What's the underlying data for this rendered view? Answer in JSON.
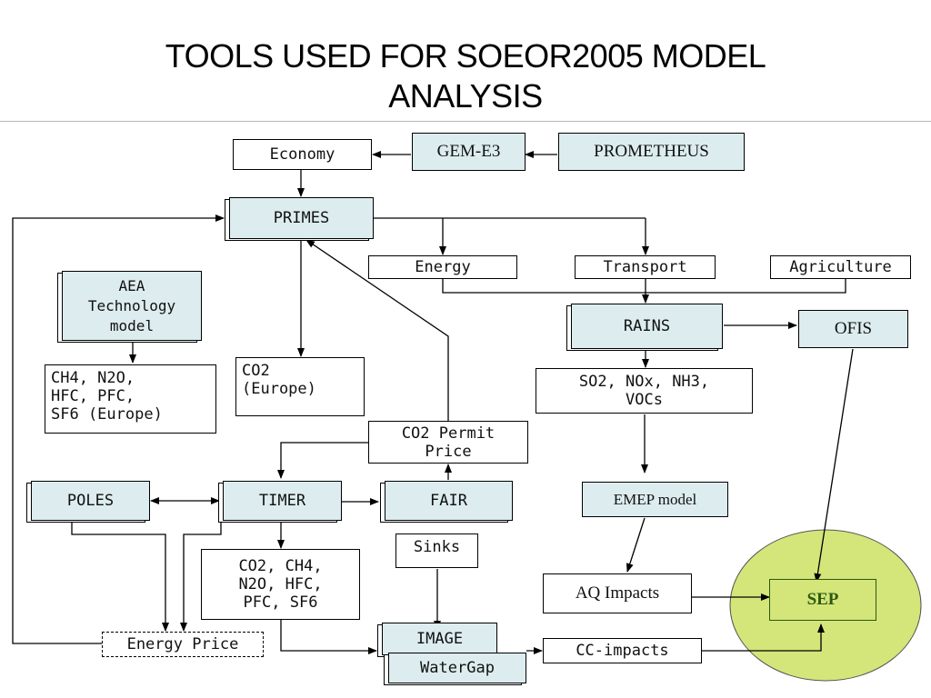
{
  "title_line1": "TOOLS USED FOR SOEOR2005 MODEL",
  "title_line2": "ANALYSIS",
  "nodes": {
    "economy": "Economy",
    "gem_e3": "GEM-E3",
    "prometheus": "PROMETHEUS",
    "primes": "PRIMES",
    "energy": "Energy",
    "transport": "Transport",
    "agriculture": "Agriculture",
    "aea": "AEA\nTechnology\nmodel",
    "non_co2": "CH4, N2O,\nHFC, PFC,\nSF6 (Europe)",
    "co2_europe": "CO2\n(Europe)",
    "rains": "RAINS",
    "ofis": "OFIS",
    "so2": "SO2, NOx, NH3,\nVOCs",
    "co2_permit": "CO2 Permit\nPrice",
    "poles": "POLES",
    "timer": "TIMER",
    "fair": "FAIR",
    "emep": "EMEP model",
    "emissions": "CO2, CH4,\nN2O, HFC,\nPFC, SF6",
    "sinks": "Sinks",
    "aq_impacts": "AQ Impacts",
    "sep": "SEP",
    "energy_price": "Energy Price",
    "image": "IMAGE",
    "watergap": "WaterGap",
    "cc_impacts": "CC-impacts"
  },
  "colors": {
    "model_fill": "#dcecef",
    "sep_circle": "#d4e57a",
    "sep_text": "#2a5a10"
  }
}
